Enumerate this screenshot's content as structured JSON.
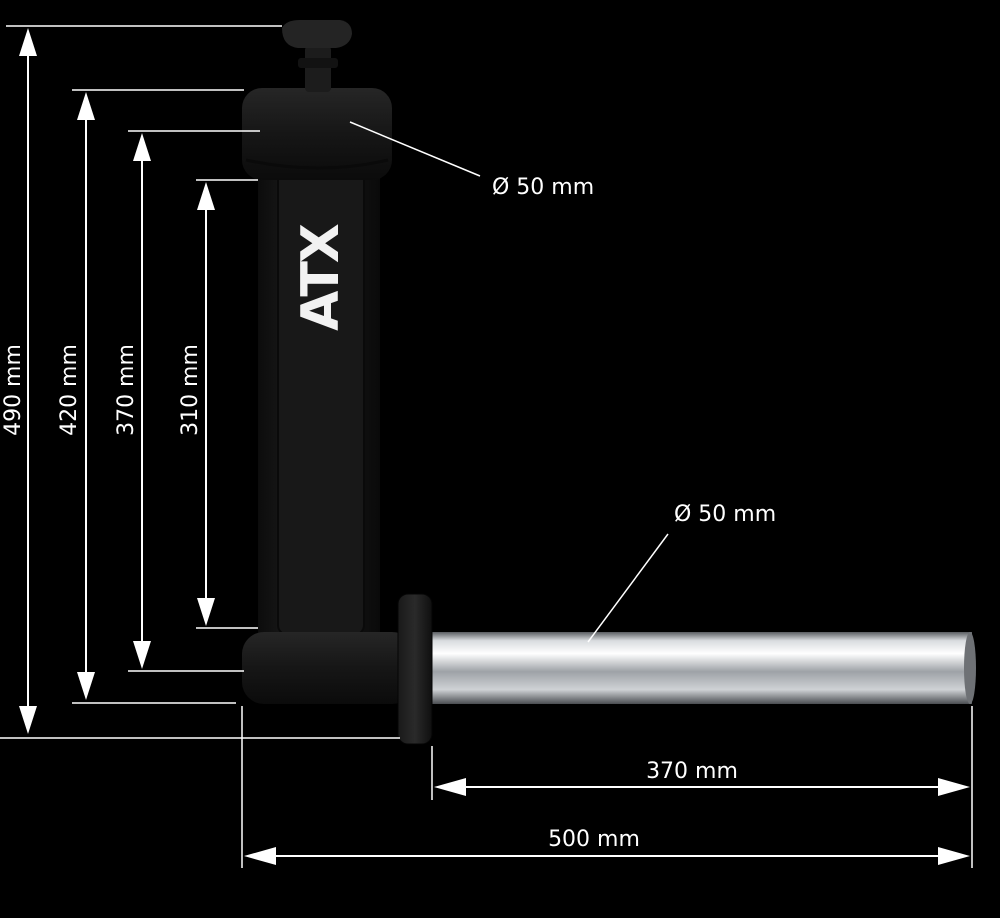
{
  "product": {
    "brand_logo_text": "ATX"
  },
  "dimensions": {
    "height_total": "490 mm",
    "height_sleeve_bottom": "420 mm",
    "height_tube_inner": "370 mm",
    "height_post_inner": "310 mm",
    "top_sleeve_diameter": "Ø 50 mm",
    "loading_pin_diameter": "Ø 50 mm",
    "loading_pin_length": "370 mm",
    "total_length": "500 mm"
  },
  "colors": {
    "background": "#000000",
    "annotation": "#ffffff",
    "steel_frame": "#151515",
    "chrome_pin": "#c8cbcf"
  }
}
